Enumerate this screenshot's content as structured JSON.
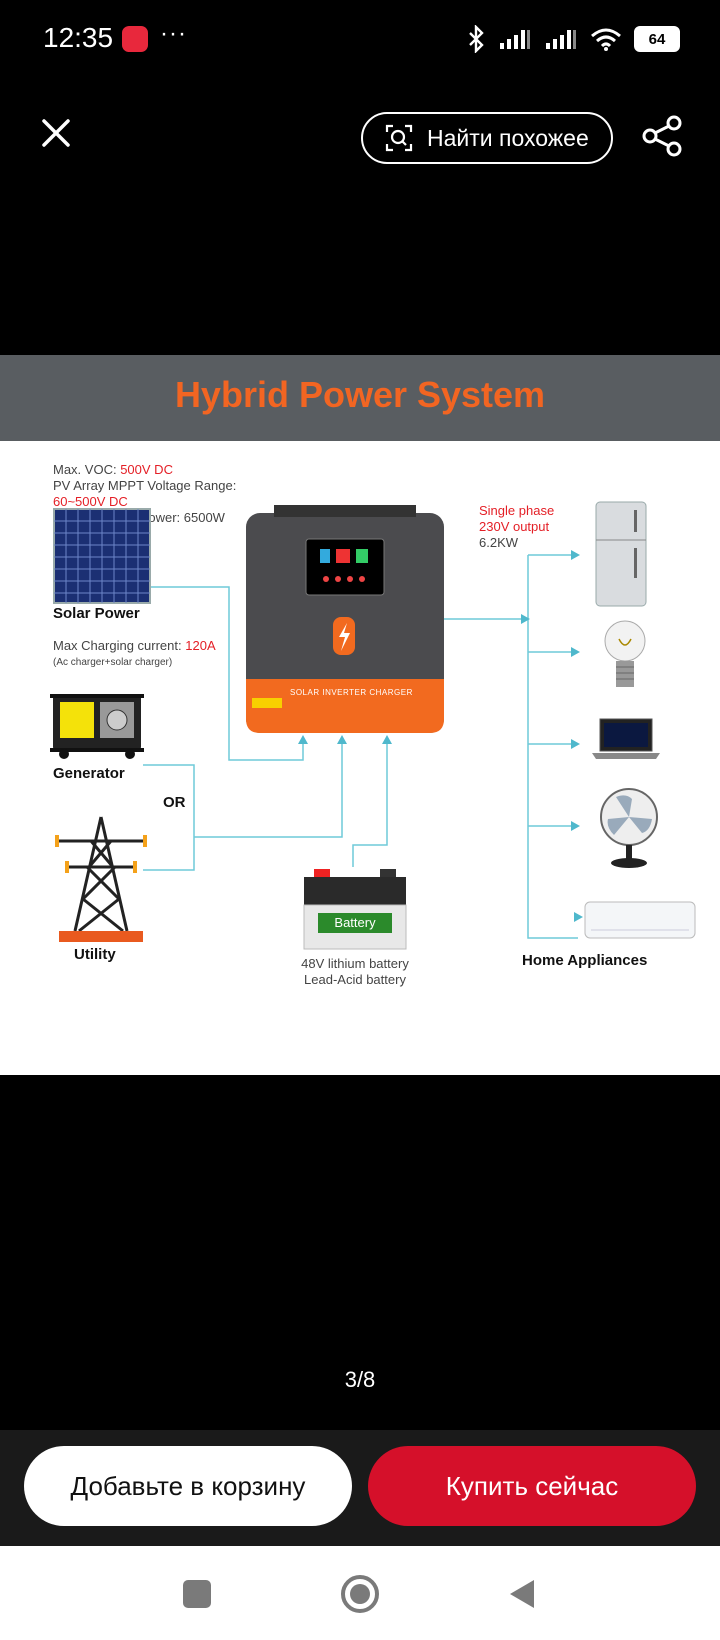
{
  "status_bar": {
    "time": "12:35",
    "dots": "···",
    "battery": "64"
  },
  "top_bar": {
    "find_similar_label": "Найти похожее"
  },
  "product_image": {
    "title": "Hybrid Power System",
    "specs": {
      "voc_label": "Max. VOC:",
      "voc_value": "500V DC",
      "mppt_label": "PV Array MPPT Voltage Range:",
      "mppt_value": "60~500V DC",
      "pv_power": "Max. PV Array Power: 6500W"
    },
    "solar_label": "Solar Power",
    "charging_label": "Max Charging current:",
    "charging_value": "120A",
    "charging_note": "(Ac charger+solar charger)",
    "generator_label": "Generator",
    "or_label": "OR",
    "utility_label": "Utility",
    "inverter_caption": "SOLAR INVERTER CHARGER",
    "output_line1": "Single phase",
    "output_line2": "230V output",
    "output_line3": "6.2KW",
    "battery_label": "Battery",
    "battery_line1": "48V lithium battery",
    "battery_line2": "Lead-Acid battery",
    "appliances_label": "Home Appliances"
  },
  "counter": "3/8",
  "actions": {
    "add_to_cart": "Добавьте в корзину",
    "buy_now": "Купить сейчас"
  },
  "colors": {
    "accent": "#d5102a",
    "title_orange": "#f26522",
    "line_blue": "#4fc3d9"
  }
}
